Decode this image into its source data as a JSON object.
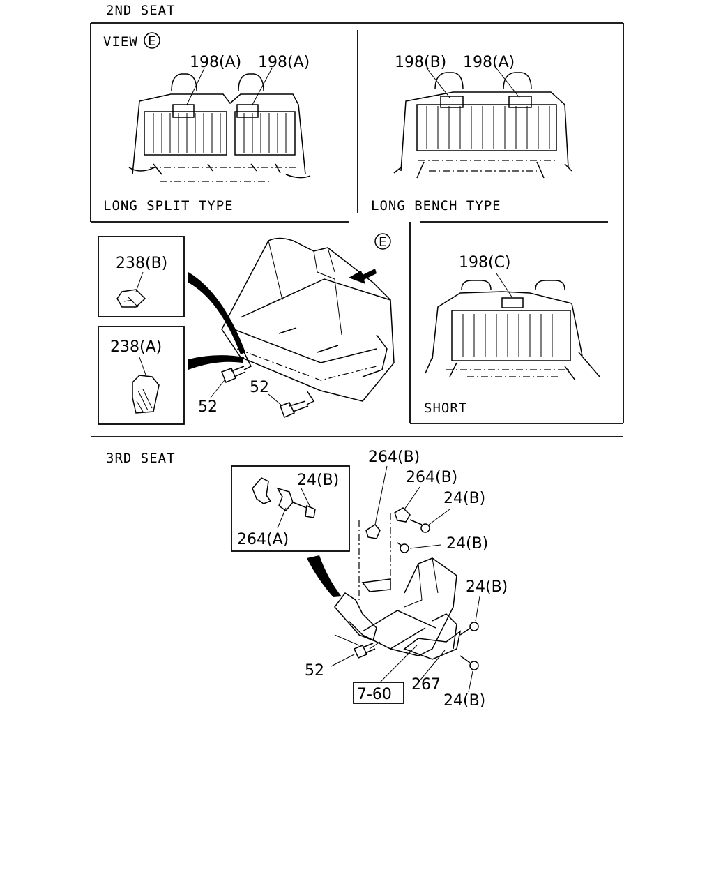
{
  "sections": {
    "second_seat": "2ND SEAT",
    "third_seat": "3RD SEAT"
  },
  "view_label": {
    "prefix": "VIEW",
    "letter": "E"
  },
  "panels": {
    "long_split": "LONG SPLIT TYPE",
    "long_bench": "LONG BENCH TYPE",
    "short": "SHORT"
  },
  "view_arrow_letter": "E",
  "callouts": {
    "split_198a_left": "198(A)",
    "split_198a_right": "198(A)",
    "bench_198b": "198(B)",
    "bench_198a": "198(A)",
    "short_198c": "198(C)",
    "p238b": "238(B)",
    "p238a": "238(A)",
    "p52_left": "52",
    "p52_right": "52",
    "t264b_top": "264(B)",
    "t264b_second": "264(B)",
    "t24b_inset": "24(B)",
    "t264a_inset": "264(A)",
    "t24b_1": "24(B)",
    "t24b_2": "24(B)",
    "t24b_3": "24(B)",
    "t24b_4": "24(B)",
    "t52": "52",
    "t267": "267",
    "ref_760": "7-60"
  }
}
